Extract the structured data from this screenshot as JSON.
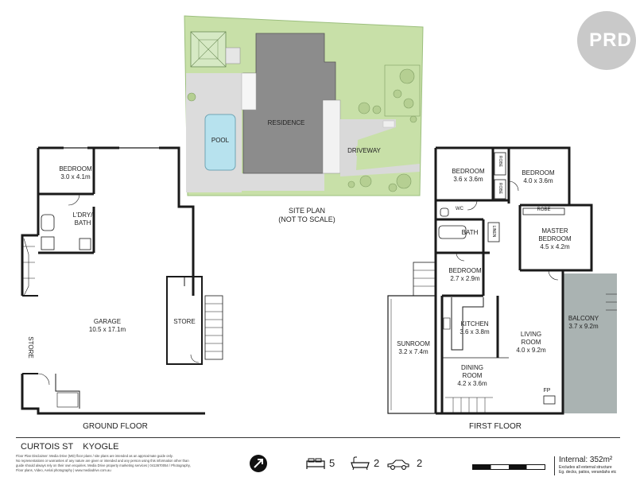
{
  "brand": {
    "logo_text": "PRD"
  },
  "site_plan": {
    "title": "SITE PLAN",
    "subtitle": "(NOT TO SCALE)",
    "labels": {
      "residence": "RESIDENCE",
      "pool": "POOL",
      "driveway": "DRIVEWAY"
    }
  },
  "ground_floor": {
    "caption": "GROUND FLOOR",
    "rooms": [
      {
        "name": "BEDROOM",
        "dims": "3.0 x 4.1m"
      },
      {
        "name": "L'DRY/",
        "dims": "BATH"
      },
      {
        "name": "GARAGE",
        "dims": "10.5 x 17.1m"
      },
      {
        "name": "STORE",
        "dims": ""
      },
      {
        "name": "STORE",
        "dims": ""
      }
    ]
  },
  "first_floor": {
    "caption": "FIRST FLOOR",
    "rooms": [
      {
        "name": "BEDROOM",
        "dims": "3.6 x 3.6m"
      },
      {
        "name": "BEDROOM",
        "dims": "4.0 x 3.6m"
      },
      {
        "name": "MASTER",
        "dims": "BEDROOM"
      },
      {
        "name": "",
        "dims": "4.5 x 4.2m"
      },
      {
        "name": "BEDROOM",
        "dims": "2.7 x 2.9m"
      },
      {
        "name": "KITCHEN",
        "dims": "3.6 x 3.8m"
      },
      {
        "name": "LIVING",
        "dims": "ROOM"
      },
      {
        "name": "",
        "dims": "4.0 x 9.2m"
      },
      {
        "name": "SUNROOM",
        "dims": "3.2 x 7.4m"
      },
      {
        "name": "DINING",
        "dims": "ROOM"
      },
      {
        "name": "",
        "dims": "4.2 x 3.6m"
      },
      {
        "name": "BALCONY",
        "dims": "3.7 x 9.2m"
      },
      {
        "name": "BATH",
        "dims": ""
      },
      {
        "name": "WC",
        "dims": ""
      },
      {
        "name": "ROBE",
        "dims": ""
      },
      {
        "name": "ROBE",
        "dims": ""
      },
      {
        "name": "ROBE",
        "dims": ""
      },
      {
        "name": "LINEN",
        "dims": ""
      },
      {
        "name": "FP",
        "dims": ""
      }
    ]
  },
  "footer": {
    "address": "CURTOIS ST    KYOGLE",
    "disclaimer_lines": [
      "Floor Plan Disclaimer: Media Drive (MD) floor plans / site plans are intended as an approximate guide only.",
      "No representations or warranties of any nature are given or intended and any person using this information other than",
      "guide should always rely on their own enquiries. Media Drive property marketing services | 0413670054 / Photography,",
      "Floor plans, Video, Aerial photography | www.mediadrive.com.au"
    ],
    "counts": {
      "bedrooms": "5",
      "bathrooms": "2",
      "cars": "2"
    },
    "internal_area": "Internal: 352m²",
    "notes": [
      "Excludes all external structure",
      "Eg. decks, patios, verandahs etc"
    ]
  },
  "colors": {
    "lawn": "#c8e0a8",
    "roof": "#8c8c8c",
    "pool": "#b7e2ee",
    "balcony": "#aab3b2",
    "wall": "#1a1a1a"
  }
}
